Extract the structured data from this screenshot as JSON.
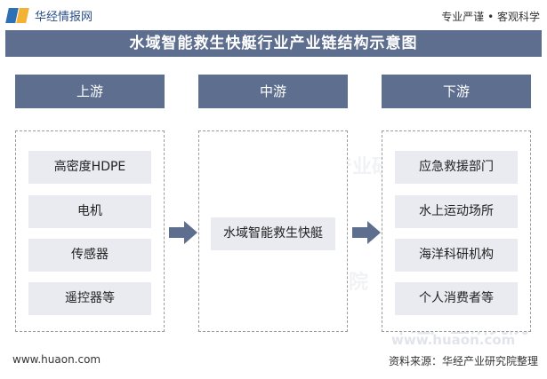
{
  "header": {
    "logo_text": "华经情报网",
    "slogan": "专业严谨 • 客观科学"
  },
  "title": "水域智能救生快艇行业产业链结构示意图",
  "columns": [
    {
      "heading": "上游",
      "items": [
        "高密度HDPE",
        "电机",
        "传感器",
        "遥控器等"
      ]
    },
    {
      "heading": "中游",
      "items": [
        "水域智能救生快艇"
      ]
    },
    {
      "heading": "下游",
      "items": [
        "应急救援部门",
        "水上运动场所",
        "海洋科研机构",
        "个人消费者等"
      ]
    }
  ],
  "watermark": {
    "text": "华经产业研究院",
    "url_text": "www.huaon.com"
  },
  "footer": {
    "url": "www.huaon.com",
    "source": "资料来源：华经产业研究院整理"
  },
  "colors": {
    "header_fill": "#5e6e8f",
    "item_fill": "#e9ebf1",
    "arrow": "#5e6e8f"
  }
}
